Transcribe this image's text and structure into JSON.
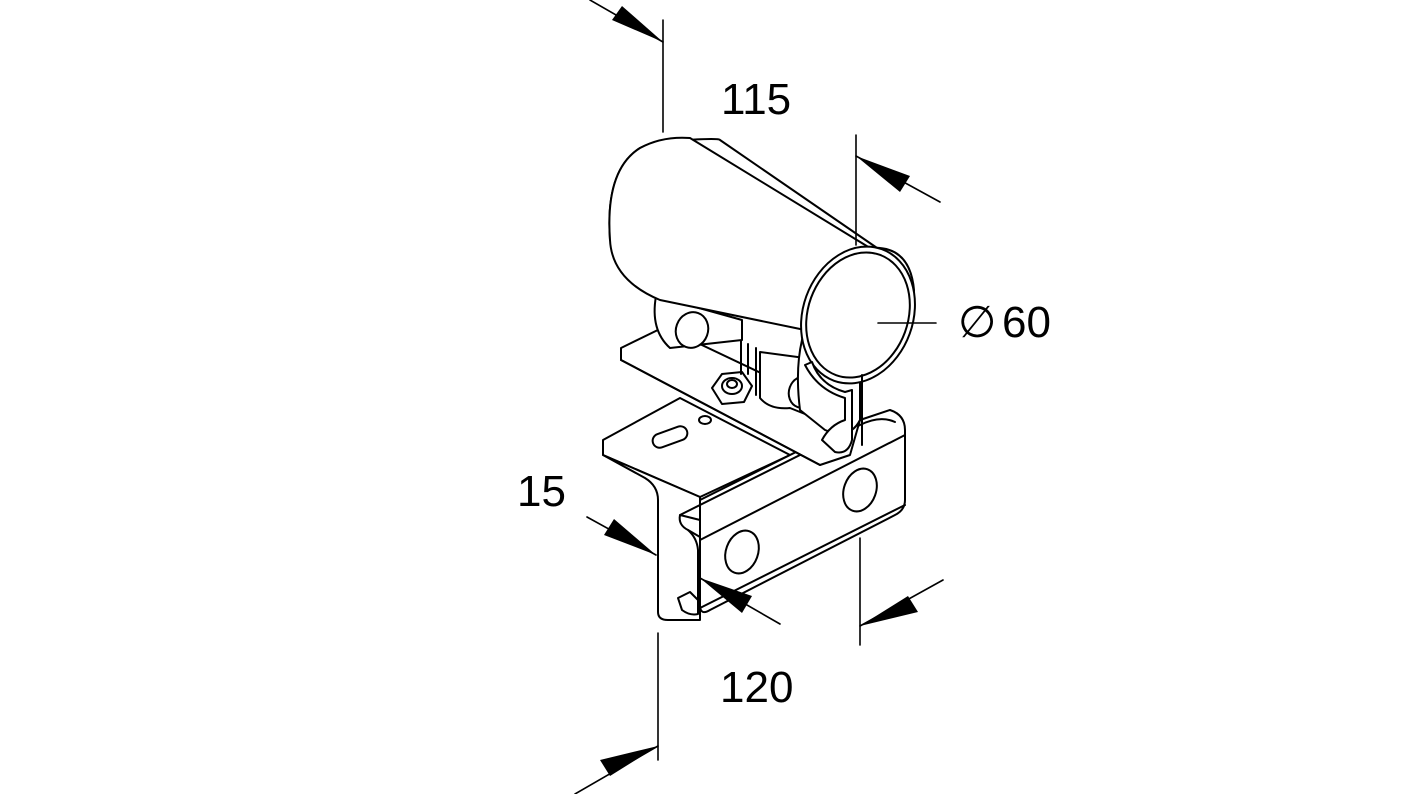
{
  "dimensions": {
    "tube_length": "115",
    "tube_diameter_symbol": "∅",
    "tube_diameter": "60",
    "flange_thickness": "15",
    "base_length": "120"
  }
}
